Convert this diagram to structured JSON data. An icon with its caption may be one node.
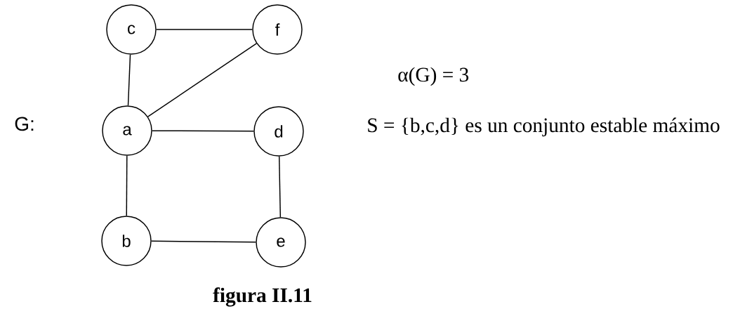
{
  "diagram": {
    "caption": "figura II.11",
    "nodes": [
      {
        "text": [
          "c"
        ]
      },
      {
        "text": [
          "f"
        ]
      },
      {
        "text": [
          "a"
        ]
      },
      {
        "text": [
          "d"
        ]
      },
      {
        "text": [
          "b"
        ]
      },
      {
        "text": [
          "e"
        ]
      }
    ],
    "edges": [
      {
        "from": 0,
        "to": 1,
        "arrow": "none"
      },
      {
        "from": 0,
        "to": 2,
        "arrow": "none"
      },
      {
        "from": 2,
        "to": 1,
        "arrow": "none"
      },
      {
        "from": 2,
        "to": 3,
        "arrow": "none"
      },
      {
        "from": 2,
        "to": 4,
        "arrow": "none"
      },
      {
        "from": 3,
        "to": 5,
        "arrow": "none"
      },
      {
        "from": 4,
        "to": 5,
        "arrow": "none"
      }
    ],
    "labels": [
      "G:",
      "α(G) = 3",
      "S = {b,c,d} es un conjunto estable máximo"
    ]
  }
}
